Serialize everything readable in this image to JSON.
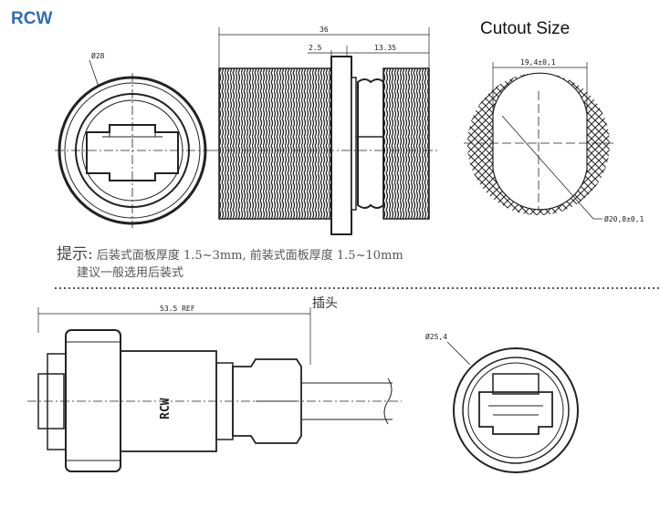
{
  "brand": "RCW",
  "cutout_title": "Cutout Size",
  "top_view": {
    "diameter_label": "Ø28"
  },
  "side_view": {
    "overall_length": "36",
    "flange_thickness": "2.5",
    "thread_length": "13.35"
  },
  "cutout": {
    "width_label": "19,4±0,1",
    "diameter_label": "Ø20,8±0,1"
  },
  "note": {
    "lead": "提示:",
    "line1": "后装式面板厚度 1.5~3mm, 前装式面板厚度 1.5~10mm",
    "line2": "建议一般选用后装式"
  },
  "plug": {
    "label": "插头",
    "length_label": "53.5 REF",
    "body_marking": "RCW",
    "front_diameter_label": "Ø25,4"
  }
}
